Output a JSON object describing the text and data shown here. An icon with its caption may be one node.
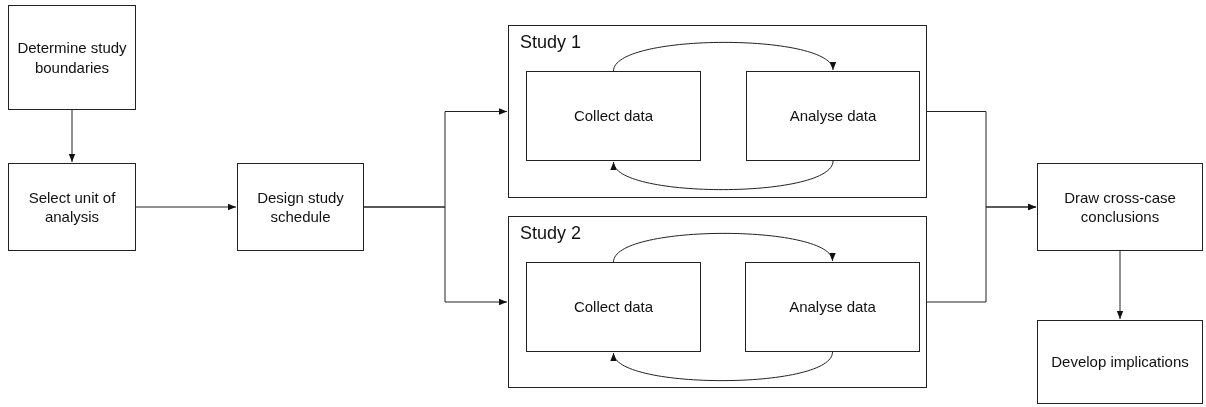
{
  "diagram": {
    "nodes": [
      {
        "text": [
          "Determine study boundaries"
        ]
      },
      {
        "text": [
          "Select unit of analysis"
        ]
      },
      {
        "text": [
          "Design study schedule"
        ]
      },
      {
        "text": [
          "Study 1"
        ]
      },
      {
        "text": [
          "Collect data"
        ],
        "in": 3
      },
      {
        "text": [
          "Analyse data"
        ],
        "in": 3
      },
      {
        "text": [
          "Study 2"
        ]
      },
      {
        "text": [
          "Collect data"
        ],
        "in": 6
      },
      {
        "text": [
          "Analyse data"
        ],
        "in": 6
      },
      {
        "text": [
          "Draw cross-case conclusions"
        ]
      },
      {
        "text": [
          "Develop implications"
        ]
      }
    ],
    "edges": [
      {
        "from": 0,
        "to": 1,
        "arrow": "to"
      },
      {
        "from": 1,
        "to": 2,
        "arrow": "to"
      },
      {
        "from": 2,
        "to": 3,
        "arrow": "to"
      },
      {
        "from": 2,
        "to": 6,
        "arrow": "to"
      },
      {
        "from": 4,
        "to": 5,
        "arrow": "to"
      },
      {
        "from": 5,
        "to": 4,
        "arrow": "to"
      },
      {
        "from": 7,
        "to": 8,
        "arrow": "to"
      },
      {
        "from": 8,
        "to": 7,
        "arrow": "to"
      },
      {
        "from": 3,
        "to": 9,
        "arrow": "to"
      },
      {
        "from": 6,
        "to": 9,
        "arrow": "to"
      },
      {
        "from": 9,
        "to": 10,
        "arrow": "to"
      }
    ]
  }
}
